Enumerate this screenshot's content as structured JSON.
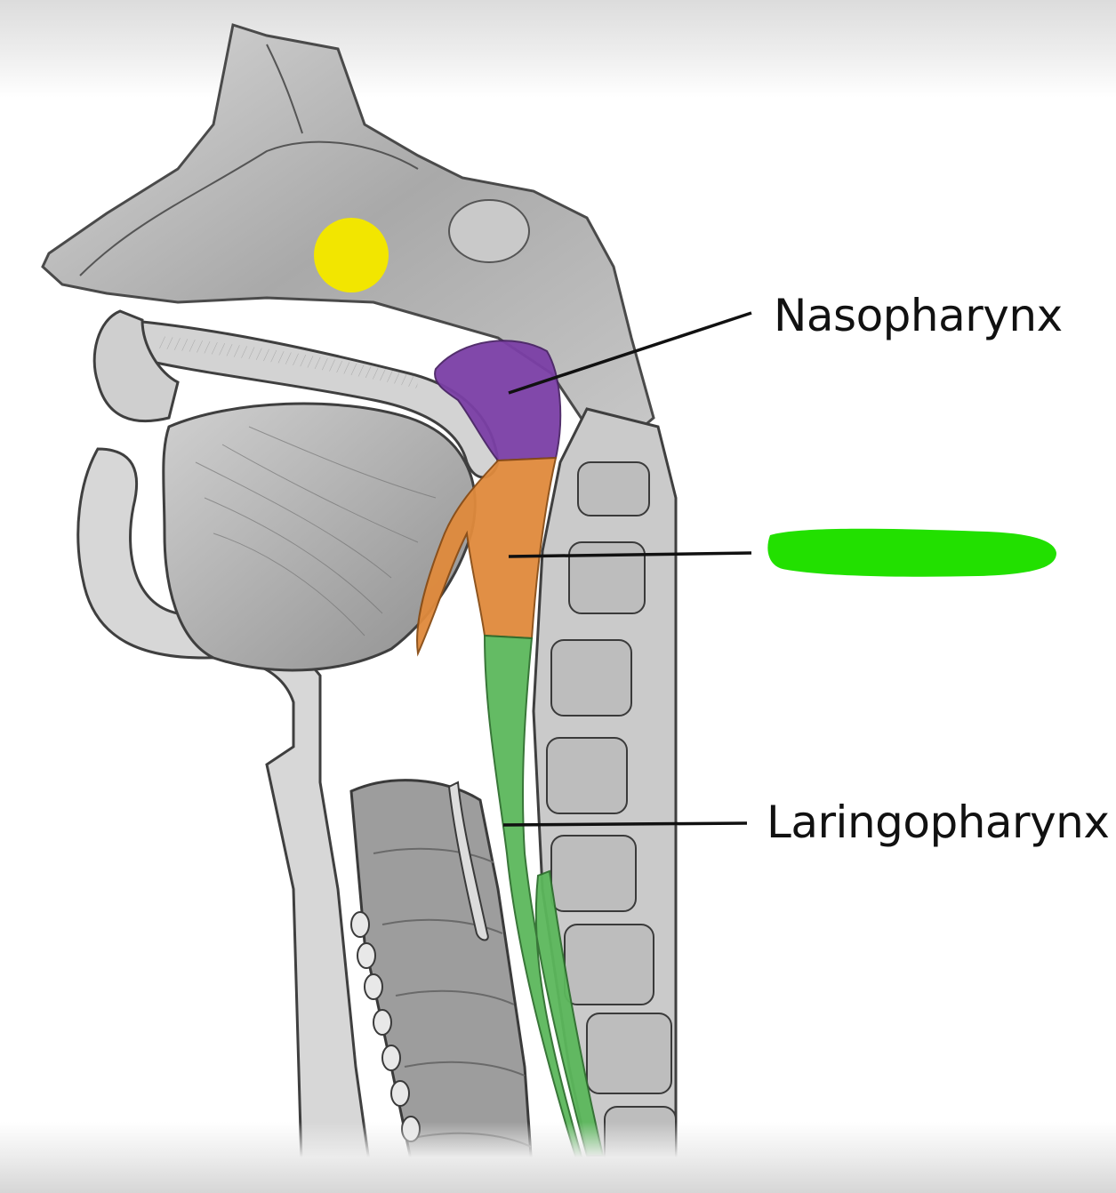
{
  "labels": {
    "nasopharynx": "Nasopharynx",
    "oropharynx": "",
    "laringopharynx": "Laringopharynx"
  },
  "colors": {
    "nasopharynx": "#7b3fa6",
    "oropharynx": "#e08a3c",
    "laringopharynx": "#5cb85c",
    "marker": "#f2e600",
    "redaction": "#22e000",
    "tissue": "#b9b9b9",
    "outline": "#4a4a4a"
  },
  "icons": {
    "marker": "yellow-dot-marker",
    "redaction": "green-redaction-stroke"
  }
}
